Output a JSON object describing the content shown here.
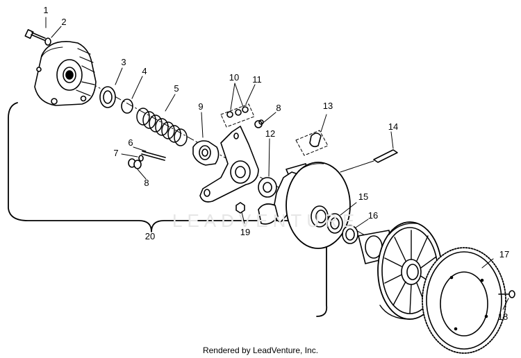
{
  "callouts": {
    "c1": "1",
    "c2": "2",
    "c3": "3",
    "c4": "4",
    "c5": "5",
    "c6": "6",
    "c7": "7",
    "c8a": "8",
    "c8b": "8",
    "c9": "9",
    "c10": "10",
    "c11": "11",
    "c12": "12",
    "c13": "13",
    "c14": "14",
    "c15": "15",
    "c16": "16",
    "c17": "17",
    "c18": "18",
    "c19": "19",
    "c20": "20"
  },
  "watermark": "LEADVENTURE",
  "footer": "Rendered by LeadVenture, Inc."
}
